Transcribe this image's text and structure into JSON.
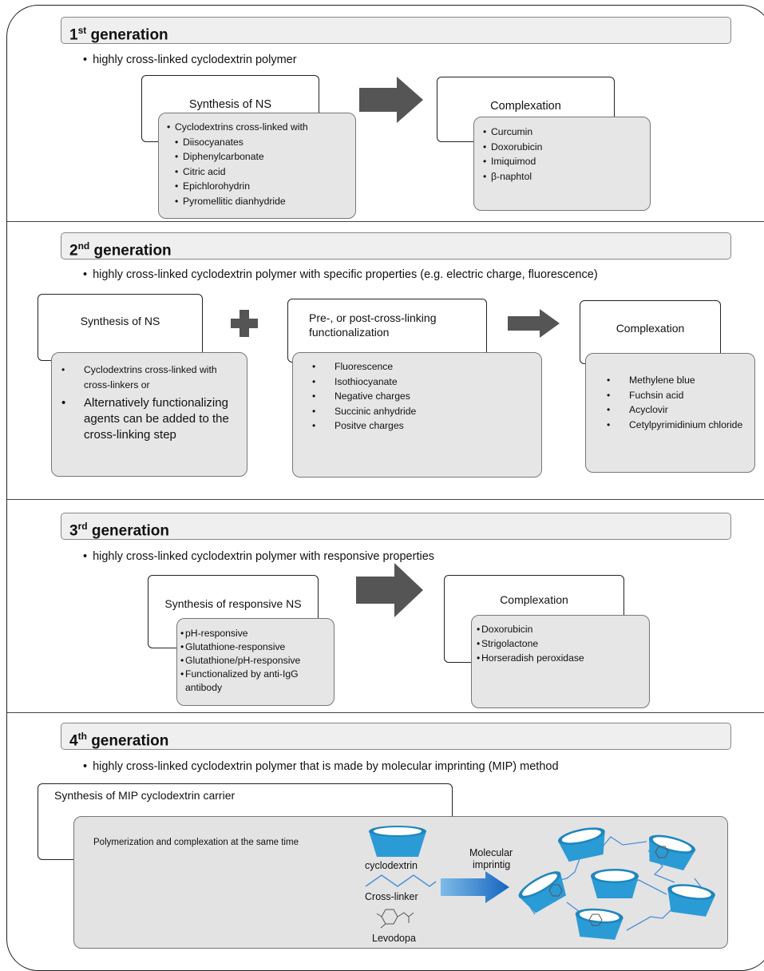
{
  "generations": [
    {
      "ordinal_num": "1",
      "ordinal_suffix": "st",
      "label": "generation",
      "description": "highly cross-linked cyclodextrin polymer",
      "synthesis_title": "Synthesis of NS",
      "synthesis_items": [
        "Cyclodextrins cross-linked with",
        "Diisocyanates",
        "Diphenylcarbonate",
        "Citric acid",
        "Epichlorohydrin",
        "Pyromellitic dianhydride"
      ],
      "complexation_title": "Complexation",
      "complexation_items": [
        "Curcumin",
        "Doxorubicin",
        "Imiquimod",
        "β-naphtol"
      ]
    },
    {
      "ordinal_num": "2",
      "ordinal_suffix": "nd",
      "label": "generation",
      "description": "highly cross-linked cyclodextrin polymer with specific properties (e.g. electric charge, fluorescence)",
      "synthesis_title": "Synthesis of NS",
      "synthesis_items": [
        "Cyclodextrins cross-linked with cross-linkers or",
        "Alternatively functionalizing agents can be added to the cross-linking step"
      ],
      "functionalization_title": "Pre-, or post-cross-linking functionalization",
      "functionalization_items": [
        "Fluorescence",
        "Isothiocyanate",
        "Negative charges",
        "Succinic anhydride",
        "Positve charges"
      ],
      "complexation_title": "Complexation",
      "complexation_items": [
        "Methylene blue",
        "Fuchsin acid",
        "Acyclovir",
        "Cetylpyrimidinium chloride"
      ]
    },
    {
      "ordinal_num": "3",
      "ordinal_suffix": "rd",
      "label": "generation",
      "description": "highly cross-linked cyclodextrin polymer with responsive properties",
      "synthesis_title": "Synthesis of responsive NS",
      "synthesis_items": [
        "pH-responsive",
        "Glutathione-responsive",
        "Glutathione/pH-responsive",
        "Functionalized by anti-IgG antibody"
      ],
      "complexation_title": "Complexation",
      "complexation_items": [
        "Doxorubicin",
        "Strigolactone",
        "Horseradish peroxidase"
      ]
    },
    {
      "ordinal_num": "4",
      "ordinal_suffix": "th",
      "label": "generation",
      "description": "highly cross-linked cyclodextrin polymer that is made by molecular imprinting (MIP) method",
      "synthesis_title": "Synthesis of MIP cyclodextrin carrier",
      "process_text": "Polymerization and complexation at the same time",
      "legend_cyclodextrin": "cyclodextrin",
      "legend_crosslinker": "Cross-linker",
      "legend_levodopa": "Levodopa",
      "arrow_label_line1": "Molecular",
      "arrow_label_line2": "imprintig"
    }
  ],
  "colors": {
    "header_bg": "#efefef",
    "list_bg": "#e6e6e6",
    "arrow": "#555555",
    "cup_blue": "#2b9bd6",
    "crosslink_blue": "#4a90d9"
  }
}
